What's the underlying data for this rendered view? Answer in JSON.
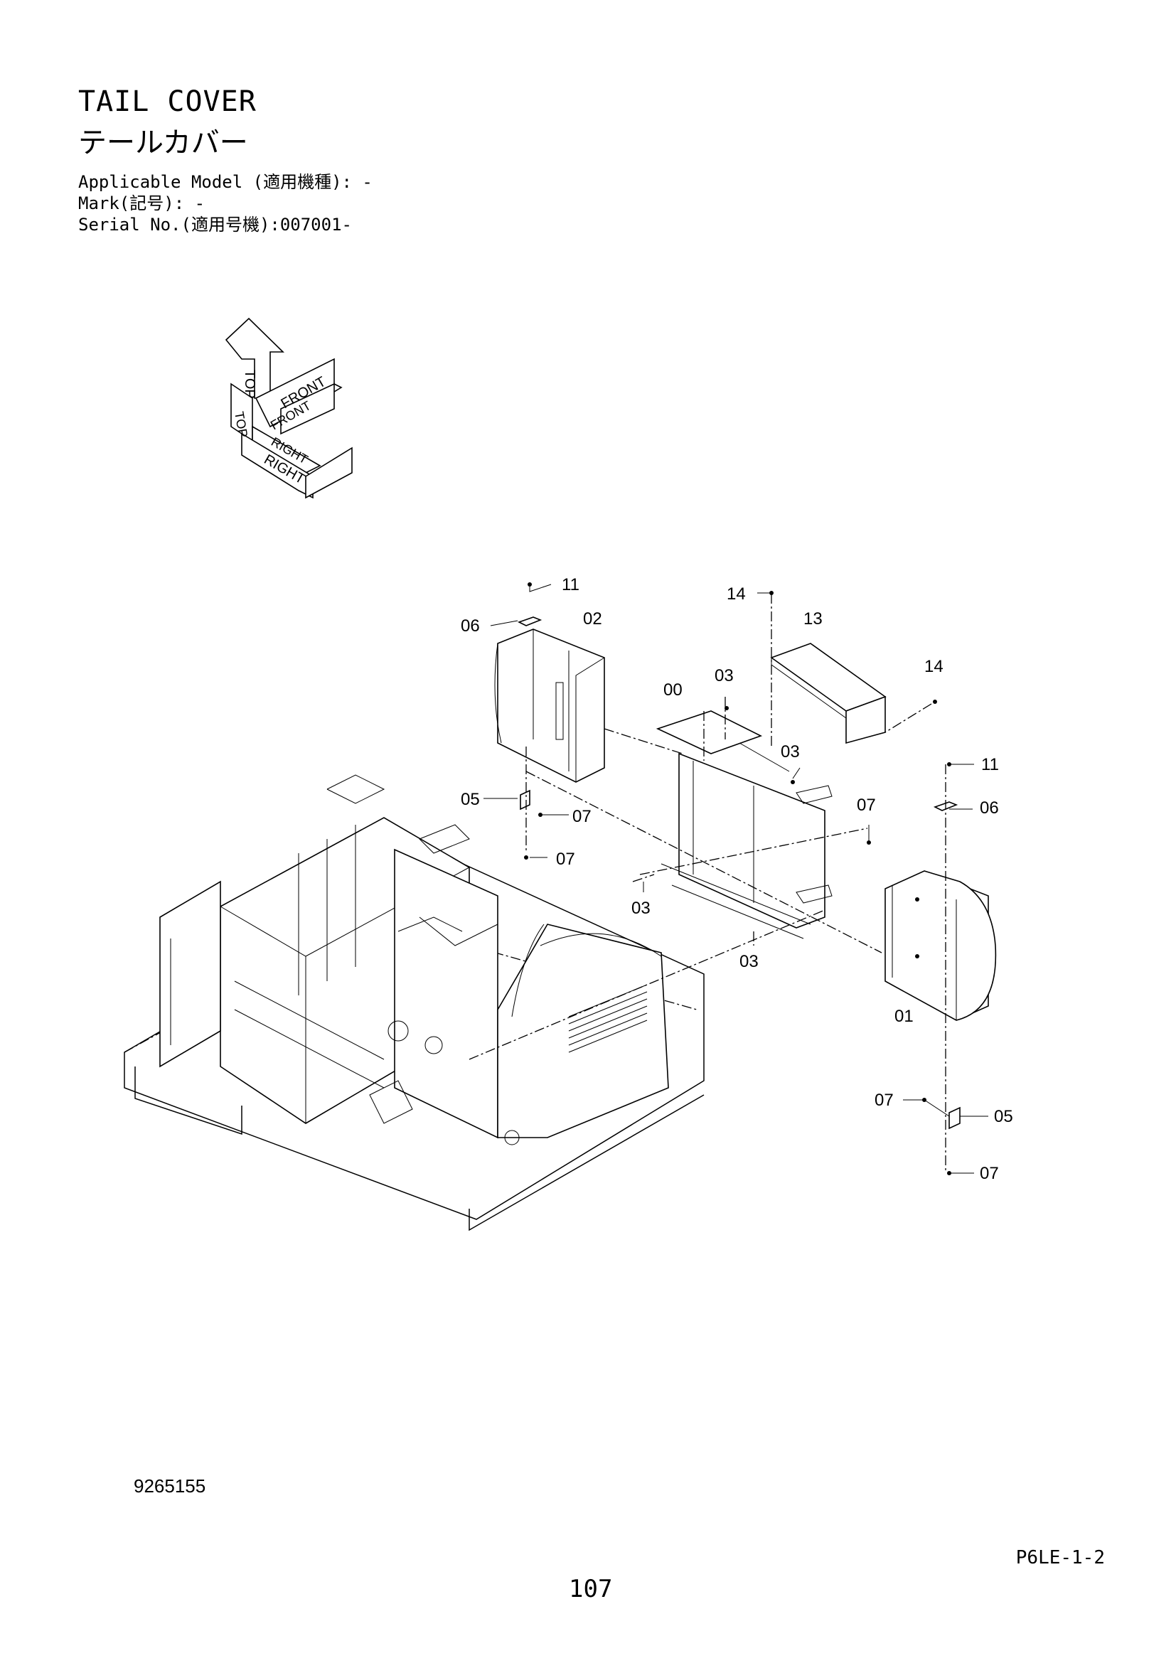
{
  "header": {
    "title_en": "TAIL COVER",
    "title_ja": "テールカバー",
    "applicable_model": "Applicable Model (適用機種): -",
    "mark": "Mark(記号): -",
    "serial_no": "Serial No.(適用号機):007001-"
  },
  "orientation": {
    "top": "TOP",
    "front": "FRONT",
    "right": "RIGHT"
  },
  "callouts": [
    "11",
    "06",
    "02",
    "14",
    "13",
    "14",
    "03",
    "00",
    "03",
    "11",
    "05",
    "07",
    "07",
    "06",
    "07",
    "03",
    "03",
    "01",
    "07",
    "05",
    "07"
  ],
  "footer": {
    "drawing_id": "9265155",
    "section_code": "P6LE-1-2",
    "page_number": "107"
  }
}
